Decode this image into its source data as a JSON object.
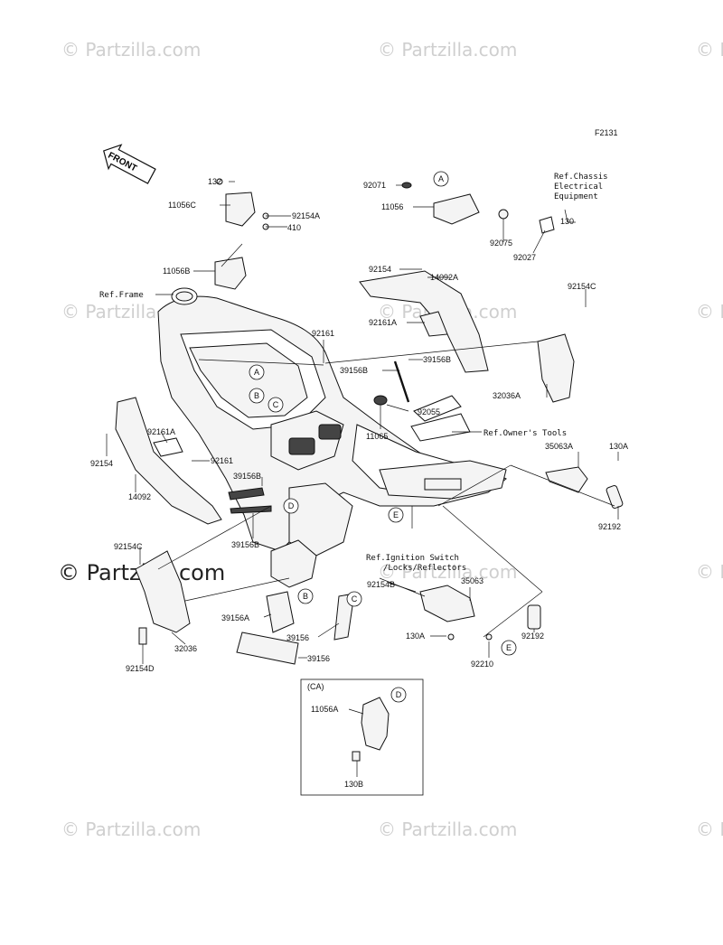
{
  "figure_code": "F2131",
  "front_arrow": "FRONT",
  "watermarks": {
    "corner": "© Partzilla.com",
    "main": "© Partzilla.com"
  },
  "refs": {
    "chassis_electrical": [
      "Ref.Chassis",
      "Electrical",
      "Equipment"
    ],
    "frame": "Ref.Frame",
    "owners_tools": "Ref.Owner's Tools",
    "ignition_switch": [
      "Ref.Ignition Switch",
      "/Locks/Reflectors"
    ]
  },
  "callouts": [
    "A",
    "B",
    "C",
    "D",
    "E"
  ],
  "inset_label": "(CA)",
  "part_numbers": {
    "p132": "132",
    "p11056C": "11056C",
    "p92154A": "92154A",
    "p410": "410",
    "p11056B": "11056B",
    "p92071": "92071",
    "p11056": "11056",
    "p92075": "92075",
    "p92027": "92027",
    "p130": "130",
    "p92154": "92154",
    "p14092A": "14092A",
    "p92161A_top": "92161A",
    "p92161_top": "92161",
    "p39156B_top_l": "39156B",
    "p39156B_top_r": "39156B",
    "p92154C_r": "92154C",
    "p32036A": "32036A",
    "p92055": "92055",
    "p11065": "11065",
    "p35063A": "35063A",
    "p130A_top": "130A",
    "p92192_top": "92192",
    "p92161A_l": "92161A",
    "p92154_l": "92154",
    "p92161_l": "92161",
    "p14092": "14092",
    "p39156B_mid_top": "39156B",
    "p39156B_mid_bot": "39156B",
    "p92154C_l": "92154C",
    "p32036": "32036",
    "p92154D": "92154D",
    "p39156A": "39156A",
    "p39156_mid": "39156",
    "p39156_bot": "39156",
    "p92154B": "92154B",
    "p35063": "35063",
    "p92192_bot": "92192",
    "p130A_bot": "130A",
    "p92210": "92210",
    "p11056A": "11056A",
    "p130B": "130B"
  }
}
